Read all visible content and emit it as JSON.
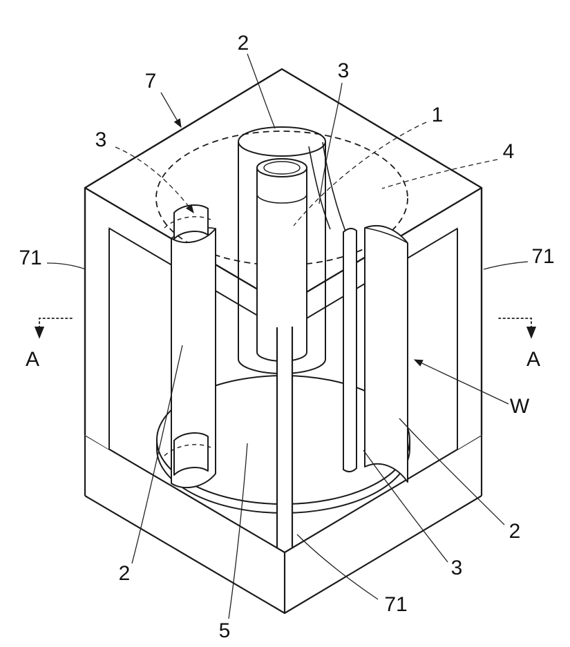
{
  "figure": {
    "colors": {
      "line": "#1a1a1a",
      "background": "#ffffff"
    },
    "labels": {
      "two_top": "2",
      "three_top": "3",
      "seven": "7",
      "one": "1",
      "four": "4",
      "three_left": "3",
      "seventyone_left": "71",
      "seventyone_right": "71",
      "a_left": "A",
      "a_right": "A",
      "w": "W",
      "two_bottom_right": "2",
      "three_bottom_right": "3",
      "seventyone_bottom": "71",
      "five": "5",
      "two_bottom_left": "2"
    }
  }
}
